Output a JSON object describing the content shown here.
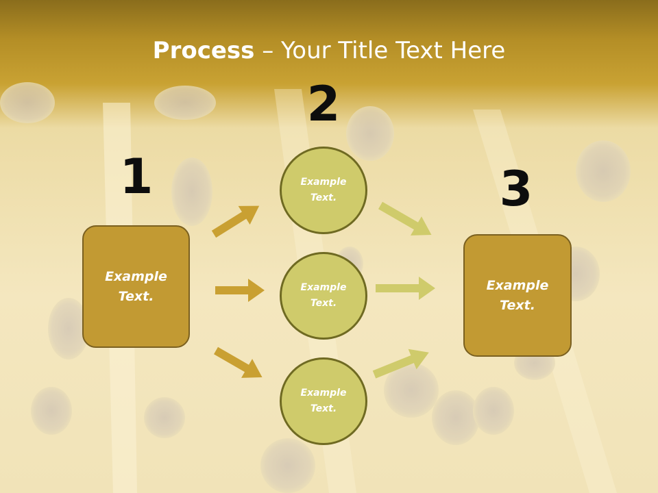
{
  "title": {
    "bold": "Process",
    "dash": " – ",
    "rest": "Your Title Text Here"
  },
  "steps": [
    {
      "number": "1"
    },
    {
      "number": "2"
    },
    {
      "number": "3"
    }
  ],
  "left_box": {
    "label": "Example Text."
  },
  "right_box": {
    "label": "Example Text."
  },
  "circles": [
    {
      "label": "Example Text."
    },
    {
      "label": "Example Text."
    },
    {
      "label": "Example Text."
    }
  ],
  "colors": {
    "header": "#c49a2a",
    "box_fill": "#c29a33",
    "circle_fill": "#cfcb6b",
    "arrow_left": "#c9a032",
    "arrow_right": "#cfcb6b"
  }
}
